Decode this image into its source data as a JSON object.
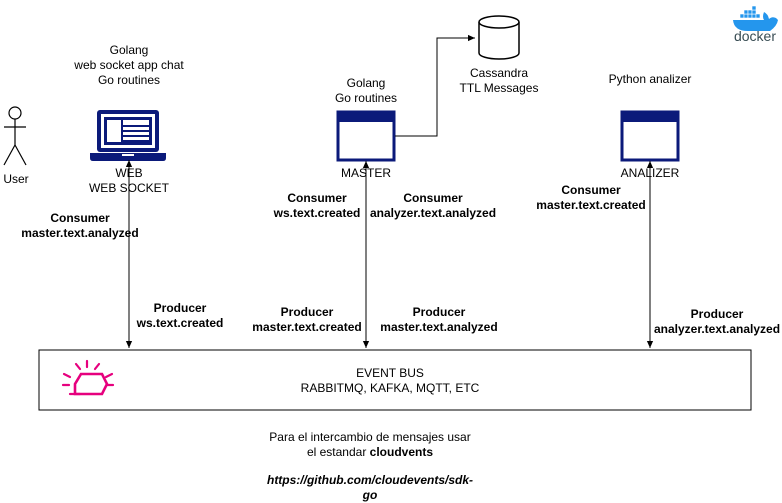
{
  "user": {
    "label": "User"
  },
  "web": {
    "caption_lines": [
      "Golang",
      "web socket app chat",
      "Go routines"
    ],
    "label_lines": [
      "WEB",
      "WEB SOCKET"
    ]
  },
  "master": {
    "caption_lines": [
      "Golang",
      "Go routines"
    ],
    "label": "MASTER"
  },
  "cassandra": {
    "label_lines": [
      "Cassandra",
      "TTL Messages"
    ]
  },
  "analizer": {
    "caption": "Python analizer",
    "label": "ANALIZER"
  },
  "edges": {
    "web_consumer": [
      "Consumer",
      "master.text.analyzed"
    ],
    "web_producer": [
      "Producer",
      "ws.text.created"
    ],
    "master_consumer_left": [
      "Consumer",
      "ws.text.created"
    ],
    "master_consumer_right": [
      "Consumer",
      "analyzer.text.analyzed"
    ],
    "master_producer_left": [
      "Producer",
      "master.text.created"
    ],
    "master_producer_right": [
      "Producer",
      "master.text.analyzed"
    ],
    "analizer_consumer": [
      "Consumer",
      "master.text.created"
    ],
    "analizer_producer": [
      "Producer",
      "analyzer.text.analyzed"
    ]
  },
  "event_bus": {
    "lines": [
      "EVENT BUS",
      "RABBITMQ, KAFKA, MQTT, ETC"
    ]
  },
  "footer": {
    "line1": "Para el intercambio de mensajes usar",
    "line2_prefix": "el estandar ",
    "line2_bold": "cloudvents",
    "link_line1": "https://github.com/cloudevents/sdk-",
    "link_line2": "go"
  },
  "logo": {
    "docker_text": "docker"
  },
  "colors": {
    "navy": "#0b1a7a",
    "docker_blue": "#2496ed",
    "cloudevents_pink": "#e6007e"
  }
}
